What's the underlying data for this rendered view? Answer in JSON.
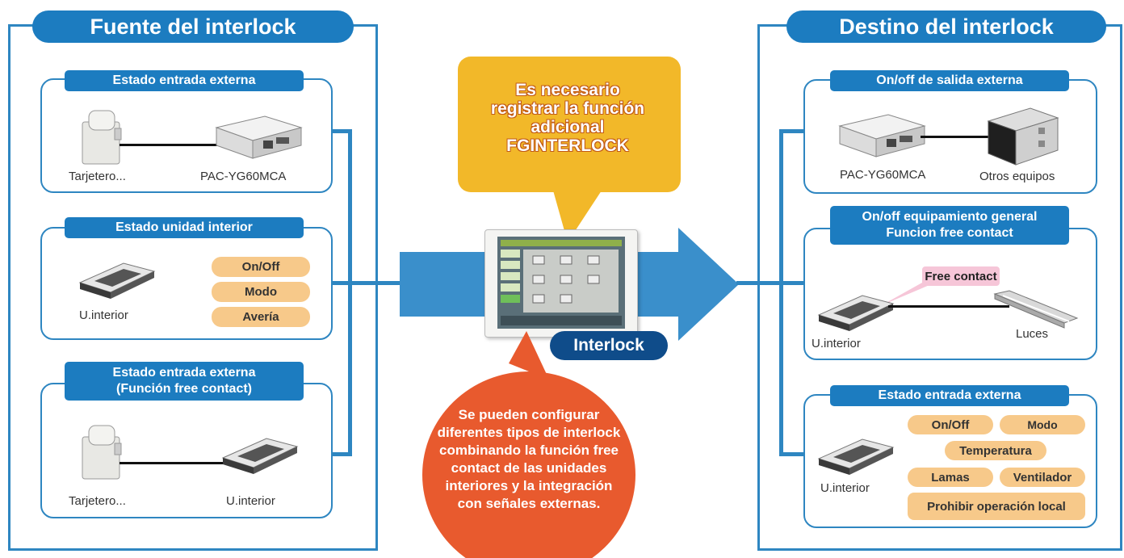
{
  "left": {
    "title": "Fuente del interlock",
    "card1": {
      "title": "Estado entrada externa",
      "device_a": "Tarjetero...",
      "device_b": "PAC-YG60MCA"
    },
    "card2": {
      "title": "Estado unidad interior",
      "device": "U.interior",
      "pills": [
        "On/Off",
        "Modo",
        "Avería"
      ]
    },
    "card3": {
      "title_line1": "Estado entrada externa",
      "title_line2": "(Función free contact)",
      "device_a": "Tarjetero...",
      "device_b": "U.interior"
    }
  },
  "center": {
    "note_line1": "Es necesario",
    "note_line2": "registrar la función",
    "note_line3": "adicional",
    "note_line4": "FGINTERLOCK",
    "badge": "Interlock",
    "bubble_lines": [
      "Se pueden configurar",
      "diferentes tipos de interlock",
      "combinando la función free",
      "contact de las unidades",
      "interiores y la integración",
      "con señales externas."
    ]
  },
  "right": {
    "title": "Destino del interlock",
    "card1": {
      "title": "On/off de salida externa",
      "device_a": "PAC-YG60MCA",
      "device_b": "Otros equipos"
    },
    "card2": {
      "title_line1": "On/off equipamiento general",
      "title_line2": "Funcion free contact",
      "tag": "Free contact",
      "device_a": "U.interior",
      "device_b": "Luces"
    },
    "card3": {
      "title": "Estado entrada externa",
      "device": "U.interior",
      "pills": {
        "onoff": "On/Off",
        "modo": "Modo",
        "temp": "Temperatura",
        "lamas": "Lamas",
        "vent": "Ventilador",
        "prohibir": "Prohibir operación local"
      }
    }
  },
  "colors": {
    "blue": "#1c7cc0",
    "line_blue": "#2e86c1",
    "pill": "#f7c98a",
    "yellow": "#f2b829",
    "orange_red": "#e85a2e",
    "navy": "#0f4c8a"
  }
}
